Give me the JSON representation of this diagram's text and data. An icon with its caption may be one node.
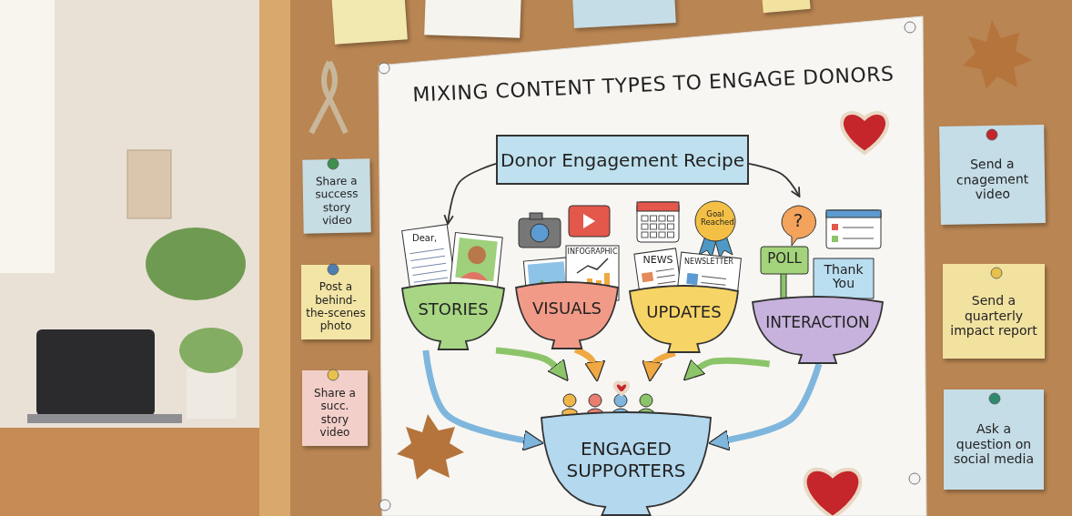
{
  "diagram": {
    "title": "MIXING CONTENT TYPES TO ENGAGE DONORS",
    "nodes": [
      {
        "text": [
          "Donor Engagement Recipe"
        ]
      },
      {
        "text": [
          "STORIES"
        ]
      },
      {
        "text": [
          "VISUALS"
        ]
      },
      {
        "text": [
          "UPDATES"
        ]
      },
      {
        "text": [
          "INTERACTION"
        ]
      },
      {
        "text": [
          "ENGAGED SUPPORTERS"
        ]
      },
      {
        "text": [
          "Share a success story video"
        ]
      },
      {
        "text": [
          "Post a behind-the-scenes photo"
        ]
      },
      {
        "text": [
          "Share a succ. story video"
        ]
      },
      {
        "text": [
          "Send a cnagement video"
        ]
      },
      {
        "text": [
          "Send a quarterly impact report"
        ]
      },
      {
        "text": [
          "Ask a question on social media"
        ]
      },
      {
        "text": [],
        "shape": "box"
      },
      {
        "text": [],
        "shape": "box"
      },
      {
        "text": [],
        "shape": "box"
      },
      {
        "text": [],
        "shape": "box"
      }
    ],
    "edges": [
      {
        "from": 0,
        "to": 1,
        "arrow": "to"
      },
      {
        "from": 0,
        "to": 4,
        "arrow": "to"
      },
      {
        "from": 1,
        "to": 5,
        "arrow": "to",
        "color": "#7fb6dd"
      },
      {
        "from": 1,
        "to": 5,
        "arrow": "to",
        "color": "#8cc46a"
      },
      {
        "from": 2,
        "to": 5,
        "arrow": "to",
        "color": "#f0a843"
      },
      {
        "from": 3,
        "to": 5,
        "arrow": "to",
        "color": "#f0a843"
      },
      {
        "from": 4,
        "to": 5,
        "arrow": "to",
        "color": "#8cc46a"
      },
      {
        "from": 4,
        "to": 5,
        "arrow": "to",
        "color": "#7fb6dd"
      }
    ],
    "labels": [
      "Dear,",
      "INFOGRAPHIC",
      "Goal Reached",
      "NEWS",
      "NEWSLETTER",
      "?",
      "POLL",
      "Thank You"
    ]
  }
}
